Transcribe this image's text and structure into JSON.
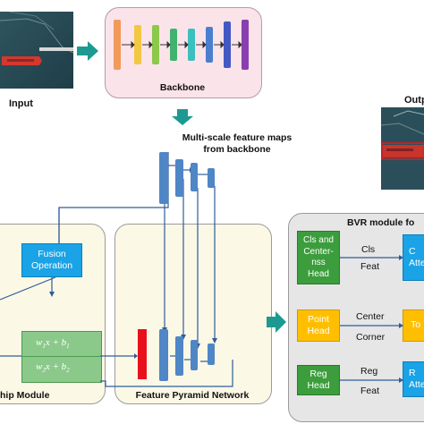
{
  "labels": {
    "input": "Input",
    "backbone": "Backbone",
    "output": "Outp",
    "multiscale_line1": "Multi-scale feature maps",
    "multiscale_line2": "from backbone",
    "bvr_module": "BVR module fo",
    "fpn": "Feature Pyramid Network",
    "relationship_module": "hip Module"
  },
  "blocks": {
    "fusion": "Fusion\nOperation",
    "cls_head": "Cls and\nCenter-\nnss\nHead",
    "point_head": "Point\nHead",
    "reg_head": "Reg\nHead",
    "cls_att": "C\nAtte",
    "center_att": "To",
    "reg_att": "R\nAtte"
  },
  "edges": {
    "cls": "Cls",
    "feat1": "Feat",
    "center": "Center",
    "corner": "Corner",
    "reg": "Reg",
    "feat2": "Feat"
  },
  "colors": {
    "backbone_panel": "#fbe3ea",
    "fpn_panel": "#fcf8e6",
    "bvr_panel": "#e6e6e6",
    "fusion_box": "#1aa3e6",
    "green_box": "#3c9d3c",
    "yellow_box": "#ffbf00",
    "blue_bar": "#4f86c6",
    "red_bar": "#e8101c",
    "teal_arrow": "#1c9a92"
  }
}
